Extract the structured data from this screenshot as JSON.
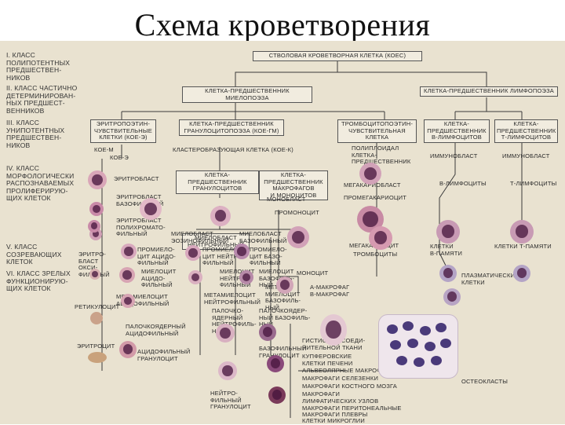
{
  "title": "Схема кроветворения",
  "classes": [
    "I. КЛАСС\nПОЛИПОТЕНТНЫХ\nПРЕДШЕСТВЕН-\nНИКОВ",
    "II. КЛАСС ЧАСТИЧНО\nДЕТЕРМИНИРОВАН-\nНЫХ ПРЕДШЕСТ-\nВЕННИКОВ",
    "III. КЛАСС\nУНИПОТЕНТНЫХ\nПРЕДШЕСТВЕН-\nНИКОВ",
    "IV. КЛАСС\nМОРФОЛОГИЧЕСКИ\nРАСПОЗНАВАЕМЫХ\nПРОЛИФЕРИРУЮ-\nЩИХ КЛЕТОК",
    "V. КЛАСС\nСОЗРЕВАЮЩИХ\nКЛЕТОК",
    "VI. КЛАСС ЗРЕЛЫХ\nФУНКЦИОНИРУЮ-\nЩИХ КЛЕТОК"
  ],
  "boxes": {
    "stem": "СТВОЛОВАЯ КРОВЕТВОРНАЯ КЛЕТКА (КОЕС)",
    "myelo": "КЛЕТКА-ПРЕДШЕСТВЕННИК МИЕЛОПОЭЗА",
    "lympho": "КЛЕТКА-ПРЕДШЕСТВЕННИК ЛИМФОПОЭЗА",
    "ery": "ЭРИТРОПОЭТИН-\nЧУВСТВИТЕЛЬНЫЕ\nКЛЕТКИ (КОЕ-Э)",
    "gran": "КЛЕТКА-ПРЕДШЕСТВЕННИК\nГРАНУЛОЦИТОПОЭЗА (КОЕ-ГМ)",
    "thrombo": "ТРОМБОЦИТОПОЭТИН-\nЧУВСТВИТЕЛЬНАЯ\nКЛЕТКА",
    "blym": "КЛЕТКА-\nПРЕДШЕСТВЕННИК\nВ-ЛИМФОЦИТОВ",
    "tlym": "КЛЕТКА-\nПРЕДШЕСТВЕННИК\nТ-ЛИМФОЦИТОВ",
    "gprec": "КЛЕТКА-ПРЕДШЕСТВЕННИК\nГРАНУЛОЦИТОВ",
    "mprec": "КЛЕТКА-\nПРЕДШЕСТВЕННИК\nМАКРОФАГОВ\nИ МОНОЦИТОВ",
    "meb": "МИЕЛОБЛАСТ\nНЕЙТРОФИЛЬНЫЙ"
  },
  "labels": [
    "КОЕ-М",
    "КОЕ-Э",
    "ЭРИТРОБЛАСТ",
    "ЭРИТРОБЛАСТ\nБАЗОФИЛЬНЫЙ",
    "ЭРИТРОБЛАСТ\nПОЛИХРОМАТО-\nФИЛЬНЫЙ",
    "ЭРИТРО-\nБЛАСТ\nОКСИ-\nФИЛЬНЫЙ",
    "РЕТИКУЛОЦИТ",
    "ЭРИТРОЦИТ",
    "МИЕЛОБЛАСТ\nЭОЗИНОФИЛЬНЫЙ",
    "МИЕЛОБЛАСТ\nБАЗОФИЛЬНЫЙ",
    "ПРОМИЕЛО-\nЦИТ АЦИДО-\nФИЛЬНЫЙ",
    "ПРОМИЕЛО-\nЦИТ НЕЙТРО-\nФИЛЬНЫЙ",
    "ПРОМИЕЛО-\nЦИТ БАЗО-\nФИЛЬНЫЙ",
    "МИЕЛОЦИТ\nАЦИДО-\nФИЛЬНЫЙ",
    "МИЕЛОЦИТ\nНЕЙТРО-\nФИЛЬНЫЙ",
    "МИЕЛОЦИТ\nБАЗОФИЛЬ-\nНЫЙ",
    "МЕТАМИЕЛОЦИТ\nАЦИДОФИЛЬНЫЙ",
    "МЕТАМИЕЛОЦИТ\nНЕЙТРОФИЛЬНЫЙ",
    "МЕТА-\nМИЕЛОЦИТ\nБАЗОФИЛЬ-\nНЫЙ",
    "ПАЛОЧКОЯДЕРНЫЙ\nАЦИДОФИЛЬНЫЙ",
    "ПАЛОЧКО-\nЯДЕРНЫЙ\nНЕЙТРОФИЛЬ-\nНЫЙ",
    "ПАЛОЧКОЯДЕР-\nНЫЙ БАЗОФИЛЬ-\nНЫЙ",
    "АЦИДОФИЛЬНЫЙ\nГРАНУЛОЦИТ",
    "НЕЙТРО-\nФИЛЬНЫЙ\nГРАНУЛОЦИТ",
    "БАЗОФИЛЬНЫЙ\nГРАНУЛОЦИТ",
    "КЛАСТЕРОБРАЗУЮЩАЯ КЛЕТКА (КОЕ-К)",
    "МОНОБЛАСТ",
    "ПРОМОНОЦИТ",
    "МОНОЦИТ",
    "А-МАКРОФАГ\nВ-МАКРОФАГ",
    "ПОЛИПЛОИДАЛ\nКЛЕТКА-\nПРЕДШЕСТВЕННИК",
    "МЕГАКАРИОБЛАСТ",
    "ПРОМЕГАКАРИОЦИТ",
    "МЕГАКАРИОЦИТ",
    "ТРОМБОЦИТЫ",
    "ИММУНОБЛАСТ",
    "ИММУНОБЛАСТ",
    "В-ЛИМФОЦИТЫ",
    "Т-ЛИМФОЦИТЫ",
    "КЛЕТКИ\nВ-ПАМЯТИ",
    "КЛЕТКИ Т-ПАМЯТИ",
    "ПЛАЗМАТИЧЕСКИЕ\nКЛЕТКИ",
    "ОСТЕОКЛАСТЫ",
    "ГИСТИОЦИТ СОЕДИ-\nНИТЕЛЬНОЙ ТКАНИ",
    "КУПФЕРОВСКИЕ\nКЛЕТКИ ПЕЧЕНИ",
    "АЛЬВЕОЛЯРНЫЕ МАКРОФАГИ",
    "МАКРОФАГИ СЕЛЕЗЕНКИ",
    "МАКРОФАГИ КОСТНОГО МОЗГА",
    "МАКРОФАГИ\nЛИМФАТИЧЕСКИХ УЗЛОВ",
    "МАКРОФАГИ ПЕРИТОНЕАЛЬНЫЕ",
    "МАКРОФАГИ ПЛЕВРЫ",
    "КЛЕТКИ МИКРОГЛИИ"
  ],
  "colors": {
    "paper": "#e9e2d0",
    "line": "#3a3a3a",
    "nucleus": "#6a2a5a",
    "erythrocyte": "#c9a27c"
  }
}
